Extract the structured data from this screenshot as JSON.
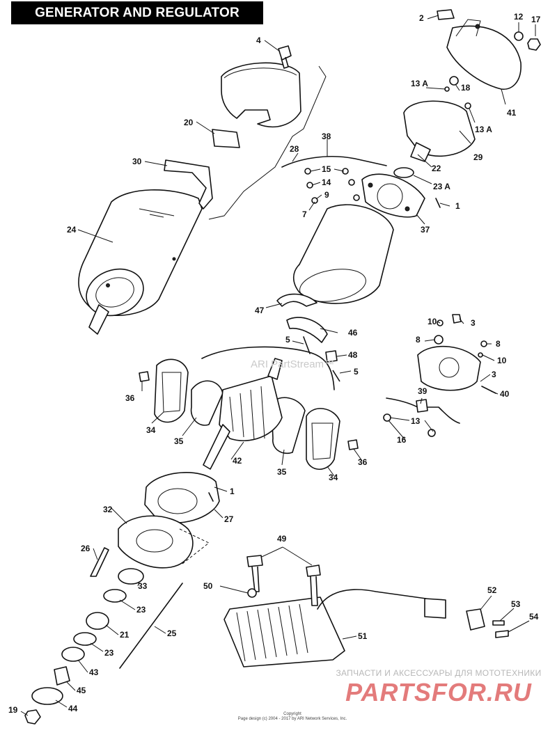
{
  "title": "GENERATOR AND REGULATOR",
  "watermark": "ARI PartStream™",
  "footer": {
    "parts_line": "ЗАПЧАСТИ И АКСЕССУАРЫ ДЛЯ МОТОТЕХНИКИ",
    "brand": "PARTSFOR.RU",
    "copyright": "Copyright",
    "page_design": "Page design (c) 2004 - 2017 by ARI Network Services, Inc."
  },
  "colors": {
    "ink": "#111111",
    "title_bg": "#000000",
    "title_fg": "#ffffff",
    "brand": "#e37b7b",
    "footer_gray": "#b7b7b7"
  },
  "callouts": {
    "c1": "1",
    "c1b": "1",
    "c2": "2",
    "c3": "3",
    "c3b": "3",
    "c4": "4",
    "c5": "5",
    "c5b": "5",
    "c7": "7",
    "c8": "8",
    "c8b": "8",
    "c9": "9",
    "c10": "10",
    "c10b": "10",
    "c12": "12",
    "c13": "13",
    "c13a": "13 A",
    "c13ab": "13 A",
    "c14": "14",
    "c15": "15",
    "c16": "16",
    "c17": "17",
    "c18": "18",
    "c19": "19",
    "c20": "20",
    "c21": "21",
    "c22": "22",
    "c23": "23",
    "c23b": "23",
    "c23a": "23 A",
    "c24": "24",
    "c25": "25",
    "c26": "26",
    "c27": "27",
    "c28": "28",
    "c29": "29",
    "c30": "30",
    "c32": "32",
    "c33": "33",
    "c34": "34",
    "c34b": "34",
    "c35": "35",
    "c35b": "35",
    "c36": "36",
    "c36b": "36",
    "c37": "37",
    "c38": "38",
    "c39": "39",
    "c40": "40",
    "c41": "41",
    "c42": "42",
    "c43": "43",
    "c44": "44",
    "c45": "45",
    "c46": "46",
    "c47": "47",
    "c48": "48",
    "c49": "49",
    "c50": "50",
    "c51": "51",
    "c52": "52",
    "c53": "53",
    "c54": "54"
  }
}
